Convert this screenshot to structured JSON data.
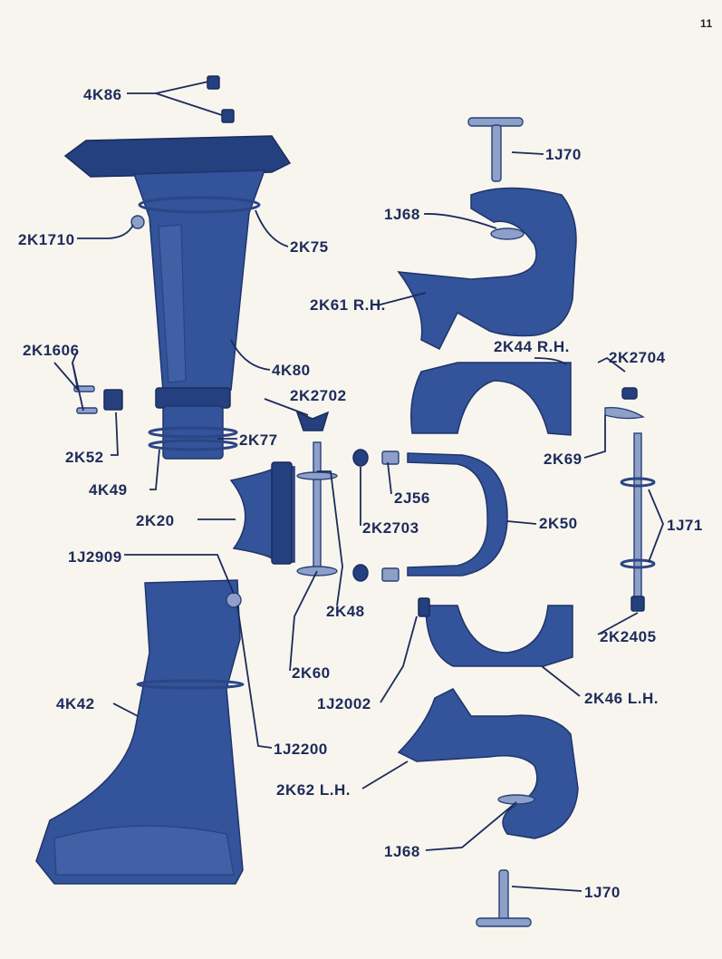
{
  "page_number": "11",
  "labels": {
    "l4k86": "4K86",
    "l1j70_top": "1J70",
    "l1j68_top": "1J68",
    "l2k1710": "2K1710",
    "l2k75": "2K75",
    "l2k61": "2K61 R.H.",
    "l2k44": "2K44 R.H.",
    "l2k2704": "2K2704",
    "l2k1606": "2K1606",
    "l4k80": "4K80",
    "l2k2702": "2K2702",
    "l2k77": "2K77",
    "l2k69": "2K69",
    "l2k52": "2K52",
    "l4k49": "4K49",
    "l2j56": "2J56",
    "l2k20": "2K20",
    "l2k2703": "2K2703",
    "l2k50": "2K50",
    "l1j71": "1J71",
    "l1j2909": "1J2909",
    "l2k48": "2K48",
    "l2k2405": "2K2405",
    "l2k60": "2K60",
    "l1j2002": "1J2002",
    "l2k46": "2K46 L.H.",
    "l4k42": "4K42",
    "l1j2200": "1J2200",
    "l2k62": "2K62 L.H.",
    "l1j68_bot": "1J68",
    "l1j70_bot": "1J70"
  },
  "colors": {
    "part": "#33539a",
    "label": "#1d2b5a",
    "paper": "#f7f5ee"
  }
}
